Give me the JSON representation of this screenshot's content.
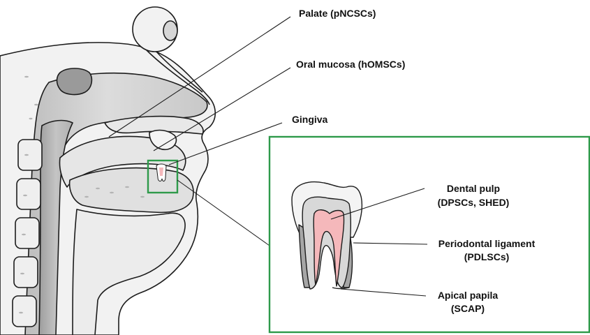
{
  "labels": {
    "palate": "Palate (pNCSCs)",
    "oral_mucosa": "Oral mucosa (hOMSCs)",
    "gingiva": "Gingiva",
    "dental_pulp_line1": "Dental pulp",
    "dental_pulp_line2": "(DPSCs, SHED)",
    "periodontal_line1": "Periodontal ligament",
    "periodontal_line2": "(PDLSCs)",
    "apical_line1": "Apical papila",
    "apical_line2": "(SCAP)"
  },
  "colors": {
    "highlight_box": "#2e9a4a",
    "pulp": "#f5b8bb",
    "tissue_light": "#f2f2f2",
    "tissue_mid": "#d2d2d2",
    "tissue_dark": "#a6a6a6",
    "outline": "#1c1c1c"
  }
}
